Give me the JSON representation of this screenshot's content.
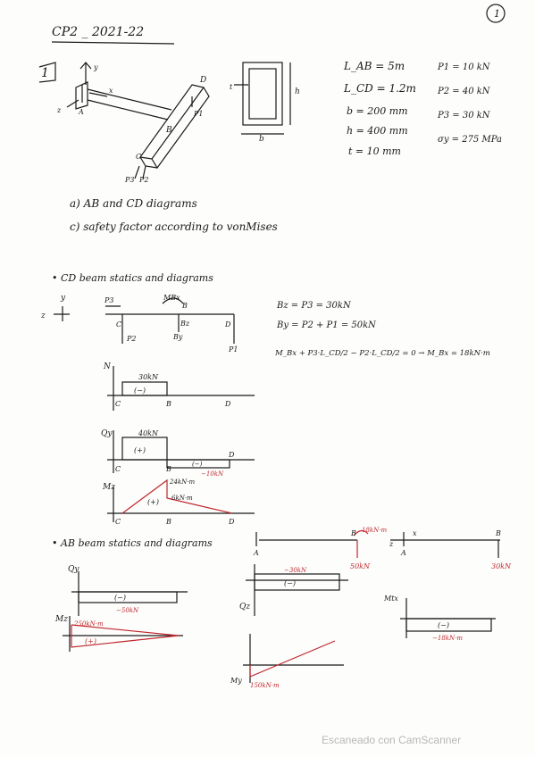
{
  "header": {
    "title": "CP2 _ 2021-22",
    "page_number": "1"
  },
  "problem": {
    "number": "1",
    "figure_labels": {
      "A": "A",
      "B": "B",
      "C": "C",
      "D": "D",
      "x": "x",
      "y": "y",
      "z": "z",
      "P1": "P1",
      "P2": "P2",
      "P3": "P3",
      "b": "b",
      "h": "h",
      "t": "t"
    },
    "data_left": [
      "L_AB = 5m",
      "L_CD = 1.2m",
      "b = 200 mm",
      "h = 400 mm",
      "t = 10 mm"
    ],
    "data_right": [
      "P1 = 10 kN",
      "P2 = 40 kN",
      "P3 = 30 kN",
      "σy = 275 MPa"
    ],
    "tasks": [
      "a)  AB and CD diagrams",
      "c)  safety factor according to vonMises"
    ]
  },
  "cd_section": {
    "heading": "• CD beam statics and diagrams",
    "axis_labels": {
      "y": "y",
      "z": "z"
    },
    "fbd_labels": {
      "P3": "P3",
      "P2": "P2",
      "P1": "P1",
      "C": "C",
      "B": "B",
      "D": "D",
      "MBx": "MBx",
      "Bz": "Bz",
      "By": "By"
    },
    "equations": [
      "Bz = P3 = 30kN",
      "By = P2 + P1 = 50kN",
      "M_Bx + P3·L_CD/2 − P2·L_CD/2 = 0  →  M_Bx = 18kN·m"
    ],
    "N_diagram": {
      "label": "N",
      "value": "30kN",
      "sign": "(−)",
      "C": "C",
      "B": "B",
      "D": "D"
    },
    "Qy_diagram": {
      "label": "Qy",
      "value_top": "40kN",
      "sign_top": "(+)",
      "value_bottom": "−10kN",
      "sign_bottom": "(−)",
      "C": "C",
      "B": "B",
      "D": "D"
    },
    "Mz_diagram": {
      "label": "Mz",
      "value_1": "24kN·m",
      "value_2": "6kN·m",
      "sign": "(+)",
      "C": "C",
      "B": "B",
      "D": "D"
    }
  },
  "ab_section": {
    "heading": "• AB beam statics and diagrams",
    "fbd1": {
      "A": "A",
      "B": "B",
      "moment": "18kN·m",
      "force": "50kN"
    },
    "fbd2": {
      "A": "A",
      "B": "B",
      "force": "30kN",
      "axis": "z",
      "axis2": "x"
    },
    "Qy_diagram": {
      "label": "Qy",
      "value": "−50kN",
      "sign": "(−)"
    },
    "Qz_diagram": {
      "label": "Qz",
      "value": "−30kN",
      "sign": "(−)"
    },
    "Mtx_diagram": {
      "label": "Mtx",
      "value": "−18kN·m",
      "sign": "(−)"
    },
    "Mz_diagram": {
      "label": "Mz",
      "value": "250kN·m",
      "sign": "(+)"
    },
    "My_diagram": {
      "label": "My",
      "value": "150kN·m"
    }
  },
  "footer": {
    "watermark": "Escaneado con CamScanner"
  }
}
